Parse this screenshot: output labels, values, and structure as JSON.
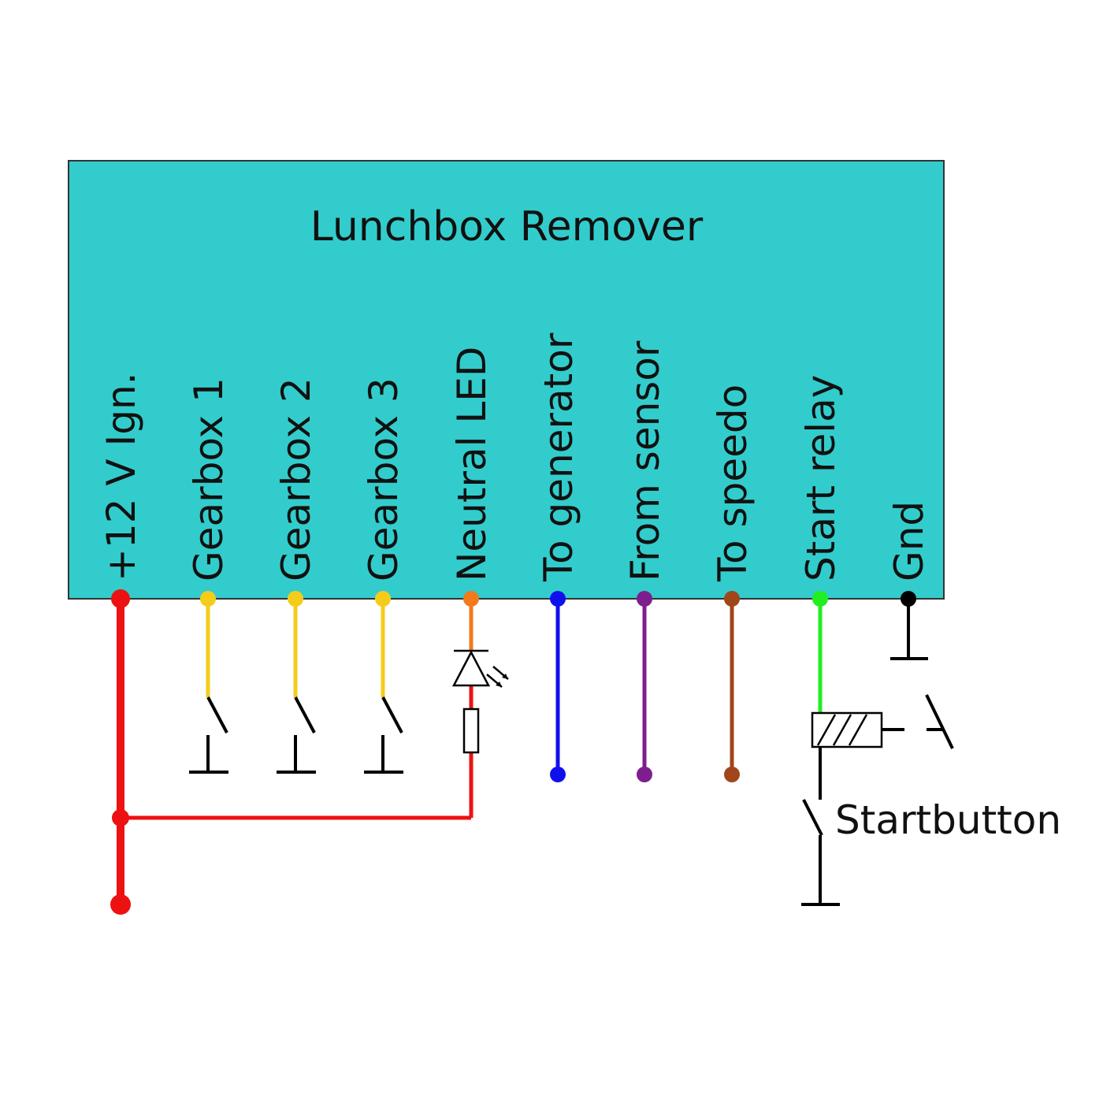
{
  "box": {
    "title": "Lunchbox Remover",
    "fill": "#33CCCC",
    "stroke": "#333333"
  },
  "pins": [
    {
      "id": "ign",
      "label": "+12 V Ign.",
      "color": "#EE1111"
    },
    {
      "id": "gb1",
      "label": "Gearbox 1",
      "color": "#F5CC1A"
    },
    {
      "id": "gb2",
      "label": "Gearbox 2",
      "color": "#F5CC1A"
    },
    {
      "id": "gb3",
      "label": "Gearbox 3",
      "color": "#F5CC1A"
    },
    {
      "id": "led",
      "label": "Neutral LED",
      "color": "#F07A1C"
    },
    {
      "id": "gen",
      "label": "To generator",
      "color": "#1010EE"
    },
    {
      "id": "sens",
      "label": "From sensor",
      "color": "#7E1D8E"
    },
    {
      "id": "speedo",
      "label": "To speedo",
      "color": "#A0461A"
    },
    {
      "id": "relay",
      "label": "Start relay",
      "color": "#22EE22"
    },
    {
      "id": "gnd",
      "label": "Gnd",
      "color": "#000000"
    }
  ],
  "startbutton": {
    "label": "Startbutton"
  },
  "supply_color": "#EE1111",
  "symbol_color": "#000000"
}
